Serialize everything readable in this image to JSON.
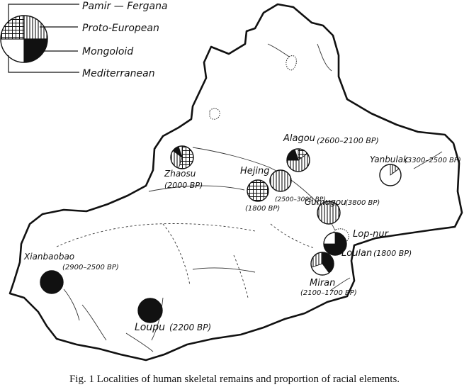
{
  "legend": {
    "items": [
      {
        "label": "Pamir — Fergana",
        "pattern": "plus"
      },
      {
        "label": "Proto-European",
        "pattern": "vertical"
      },
      {
        "label": "Mongoloid",
        "pattern": "black"
      },
      {
        "label": "Mediterranean",
        "pattern": "white"
      }
    ]
  },
  "caption": "Fig. 1  Localities of human skeletal remains and proportion of racial elements.",
  "sites": [
    {
      "id": "alagou",
      "name": "Alagou",
      "date": "(2600–2100 BP)",
      "proportions": [
        {
          "race": "plus",
          "value": 0.15
        },
        {
          "race": "vertical",
          "value": 0.6
        },
        {
          "race": "black",
          "value": 0.2
        },
        {
          "race": "white",
          "value": 0.05
        }
      ]
    },
    {
      "id": "yanbulak",
      "name": "Yanbulak",
      "date": "(3300–2500 BP)",
      "proportions": [
        {
          "race": "vertical",
          "value": 0.15
        },
        {
          "race": "white",
          "value": 0.85
        }
      ]
    },
    {
      "id": "zhaosu",
      "name": "Zhaosu",
      "date": "(2000 BP)",
      "proportions": [
        {
          "race": "plus",
          "value": 0.55
        },
        {
          "race": "vertical",
          "value": 0.3
        },
        {
          "race": "black",
          "value": 0.1
        },
        {
          "race": "white",
          "value": 0.05
        }
      ]
    },
    {
      "id": "hejing-1",
      "name": "Hejing",
      "date": "(1800 BP)",
      "proportions": [
        {
          "race": "plus",
          "value": 1.0
        }
      ]
    },
    {
      "id": "hejing-2",
      "name": "",
      "date": "(2500–3000 BP)",
      "proportions": [
        {
          "race": "vertical",
          "value": 1.0
        }
      ]
    },
    {
      "id": "gumugou",
      "name": "Gumugou",
      "date": "(3800 BP)",
      "proportions": [
        {
          "race": "vertical",
          "value": 1.0
        }
      ]
    },
    {
      "id": "lop-nur",
      "name": "Lop-nur",
      "date": "",
      "proportions": [
        {
          "race": "black",
          "value": 0.75
        },
        {
          "race": "white",
          "value": 0.25
        }
      ]
    },
    {
      "id": "loulan",
      "name": "Loulan",
      "date": "(1800 BP)",
      "proportions": []
    },
    {
      "id": "miran",
      "name": "Miran",
      "date": "(2100–1700 BP)",
      "proportions": [
        {
          "race": "black",
          "value": 0.4
        },
        {
          "race": "white",
          "value": 0.3
        },
        {
          "race": "vertical",
          "value": 0.3
        }
      ]
    },
    {
      "id": "xianbaobao",
      "name": "Xianbaobao",
      "date": "(2900–2500 BP)",
      "proportions": [
        {
          "race": "black",
          "value": 1.0
        }
      ]
    },
    {
      "id": "loupu",
      "name": "Loupu",
      "date": "(2200 BP)",
      "proportions": [
        {
          "race": "black",
          "value": 1.0
        }
      ]
    }
  ]
}
